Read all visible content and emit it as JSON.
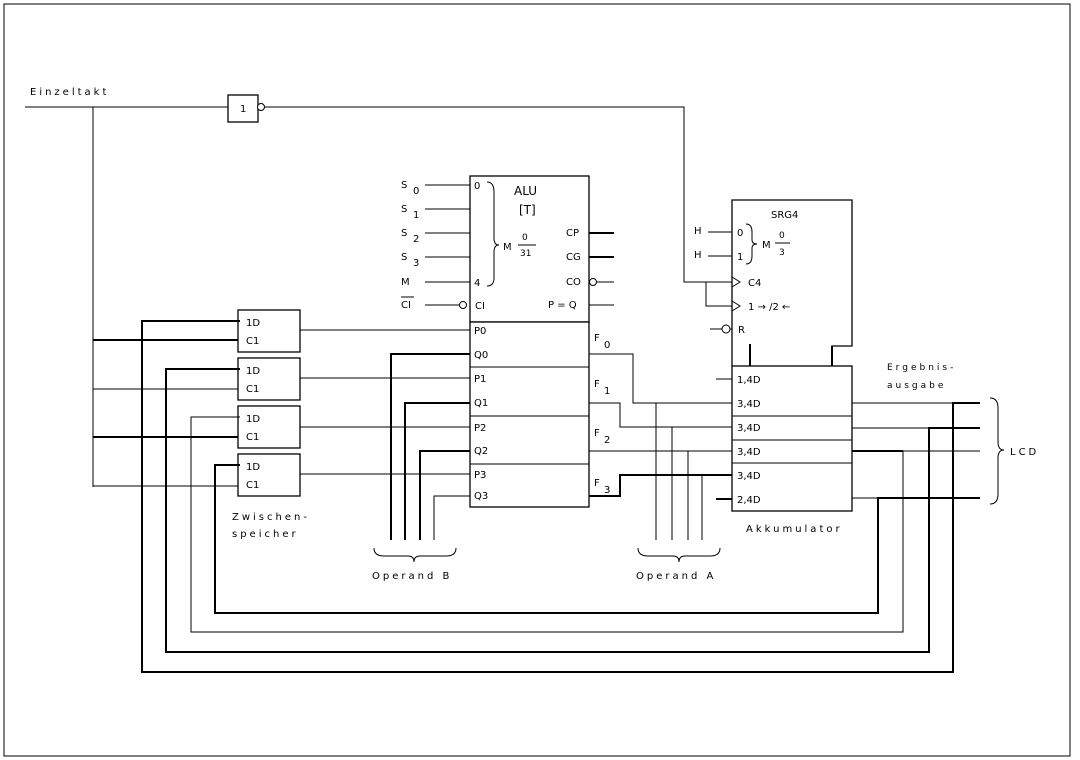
{
  "labels": {
    "einzeltakt": "Einzeltakt",
    "inverter": "1",
    "alu_title": "ALU",
    "alu_sub": "[T]",
    "srg_title": "SRG4",
    "zwischenspeicher_1": "Zwischen-",
    "zwischenspeicher_2": "speicher",
    "operand_b": "Operand B",
    "operand_a": "Operand A",
    "akkumulator": "Akkumulator",
    "ergebnis_1": "Ergebnis-",
    "ergebnis_2": "ausgabe",
    "lcd": "LCD"
  },
  "alu_inputs": [
    {
      "name": "S",
      "sub": "0",
      "pin": "0"
    },
    {
      "name": "S",
      "sub": "1",
      "pin": ""
    },
    {
      "name": "S",
      "sub": "2",
      "pin": ""
    },
    {
      "name": "S",
      "sub": "3",
      "pin": ""
    },
    {
      "name": "M",
      "sub": "",
      "pin": "4"
    }
  ],
  "alu_mode": {
    "m": "M",
    "num": "0",
    "den": "31"
  },
  "alu_ci": {
    "ext": "CI",
    "pin": "CI"
  },
  "alu_outputs": [
    "CP",
    "CG",
    "CO",
    "P = Q"
  ],
  "alu_pins": [
    "P0",
    "Q0",
    "P1",
    "Q1",
    "P2",
    "Q2",
    "P3",
    "Q3"
  ],
  "alu_f": [
    {
      "n": "F",
      "s": "0"
    },
    {
      "n": "F",
      "s": "1"
    },
    {
      "n": "F",
      "s": "2"
    },
    {
      "n": "F",
      "s": "3"
    }
  ],
  "srg": {
    "inputs": [
      "H",
      "H"
    ],
    "pins": [
      "0",
      "1"
    ],
    "mode": {
      "m": "M",
      "num": "0",
      "den": "3"
    },
    "c4": "C4",
    "shift": "1 → /2 ←",
    "reset": "R"
  },
  "latches": [
    {
      "d": "1D",
      "c": "C1"
    },
    {
      "d": "1D",
      "c": "C1"
    },
    {
      "d": "1D",
      "c": "C1"
    },
    {
      "d": "1D",
      "c": "C1"
    }
  ],
  "akku_pins": [
    "1,4D",
    "3,4D",
    "3,4D",
    "3,4D",
    "3,4D",
    "2,4D"
  ]
}
